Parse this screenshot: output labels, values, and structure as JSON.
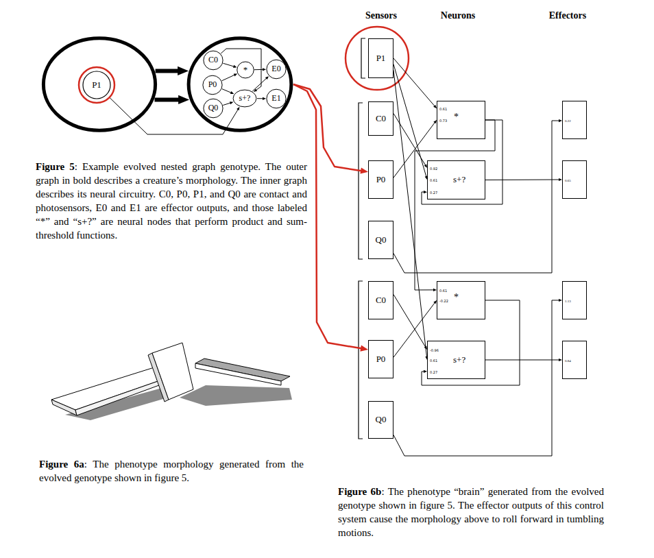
{
  "diagram": {
    "nodes": [
      {
        "text": []
      },
      {
        "text": [
          "P1"
        ],
        "in": 0
      },
      {
        "text": []
      },
      {
        "text": [
          "C0"
        ],
        "in": 2
      },
      {
        "text": [
          "P0"
        ],
        "in": 2
      },
      {
        "text": [
          "Q0"
        ],
        "in": 2
      },
      {
        "text": [
          "*"
        ],
        "in": 2
      },
      {
        "text": [
          "s+?"
        ],
        "in": 2
      },
      {
        "text": [
          "E0"
        ],
        "in": 2
      },
      {
        "text": [
          "E1"
        ],
        "in": 2
      },
      {
        "text": [
          "P1"
        ]
      },
      {
        "text": [
          "C0"
        ]
      },
      {
        "text": [
          "P0"
        ]
      },
      {
        "text": [
          "Q0"
        ]
      },
      {
        "text": [
          "*",
          "0.61",
          "0.73"
        ]
      },
      {
        "text": [
          "s+?",
          "0.92",
          "0.61",
          "0.27"
        ]
      },
      {
        "text": [
          "0.22"
        ]
      },
      {
        "text": [
          "0.65"
        ]
      },
      {
        "text": [
          "C0"
        ]
      },
      {
        "text": [
          "P0"
        ]
      },
      {
        "text": [
          "Q0"
        ]
      },
      {
        "text": [
          "*",
          "0.61",
          "-0.22"
        ]
      },
      {
        "text": [
          "s+?",
          "-0.96",
          "0.61",
          "0.27"
        ]
      },
      {
        "text": [
          "1.13"
        ]
      },
      {
        "text": [
          "0.84"
        ]
      }
    ],
    "edges": [
      {
        "from": 0,
        "to": 2,
        "arrow": "to"
      },
      {
        "from": 0,
        "to": 2,
        "arrow": "to"
      },
      {
        "from": 1,
        "to": 7,
        "arrow": "to"
      },
      {
        "from": 3,
        "to": 6,
        "arrow": "to"
      },
      {
        "from": 4,
        "to": 6,
        "arrow": "to"
      },
      {
        "from": 4,
        "to": 7,
        "arrow": "to"
      },
      {
        "from": 5,
        "to": 7,
        "arrow": "to"
      },
      {
        "from": 3,
        "to": 7,
        "arrow": "to"
      },
      {
        "from": 6,
        "to": 8,
        "arrow": "to"
      },
      {
        "from": 7,
        "to": 8,
        "arrow": "to"
      },
      {
        "from": 7,
        "to": 9,
        "arrow": "to"
      },
      {
        "from": 2,
        "to": 12,
        "arrow": "to"
      },
      {
        "from": 2,
        "to": 19,
        "arrow": "to"
      },
      {
        "from": 10,
        "to": 14,
        "arrow": "to"
      },
      {
        "from": 12,
        "to": 14,
        "arrow": "to"
      },
      {
        "from": 11,
        "to": 15,
        "arrow": "to"
      },
      {
        "from": 10,
        "to": 15,
        "arrow": "to"
      },
      {
        "from": 14,
        "to": 15,
        "arrow": "to"
      },
      {
        "from": 15,
        "to": 17,
        "arrow": "to"
      },
      {
        "from": 13,
        "to": 16,
        "arrow": "to"
      },
      {
        "from": 14,
        "to": 21,
        "arrow": "to"
      },
      {
        "from": 10,
        "to": 22,
        "arrow": "to"
      },
      {
        "from": 18,
        "to": 22,
        "arrow": "to"
      },
      {
        "from": 19,
        "to": 21,
        "arrow": "to"
      },
      {
        "from": 21,
        "to": 22,
        "arrow": "to"
      },
      {
        "from": 22,
        "to": 24,
        "arrow": "to"
      },
      {
        "from": 20,
        "to": 23,
        "arrow": "to"
      }
    ],
    "labels": [
      "Sensors",
      "Neurons",
      "Effectors",
      "Figure 5",
      ": Example evolved nested graph genotype. The outer graph in bold describes a creature’s morphology. The inner graph describes its neural circuitry. C0, P0, P1, and Q0 are contact and photosensors, E0 and E1 are effector outputs, and those labeled “*” and “s+?” are neural nodes that perform product and sum-threshold functions.",
      "Figure 6a",
      ": The phenotype morphology generated from the evolved genotype shown in figure 5.",
      "Figure 6b",
      ": The phenotype “brain” generated from the evolved genotype shown in figure 5. The effector outputs of this control system cause the morphology above to roll forward in tumbling motions."
    ]
  }
}
